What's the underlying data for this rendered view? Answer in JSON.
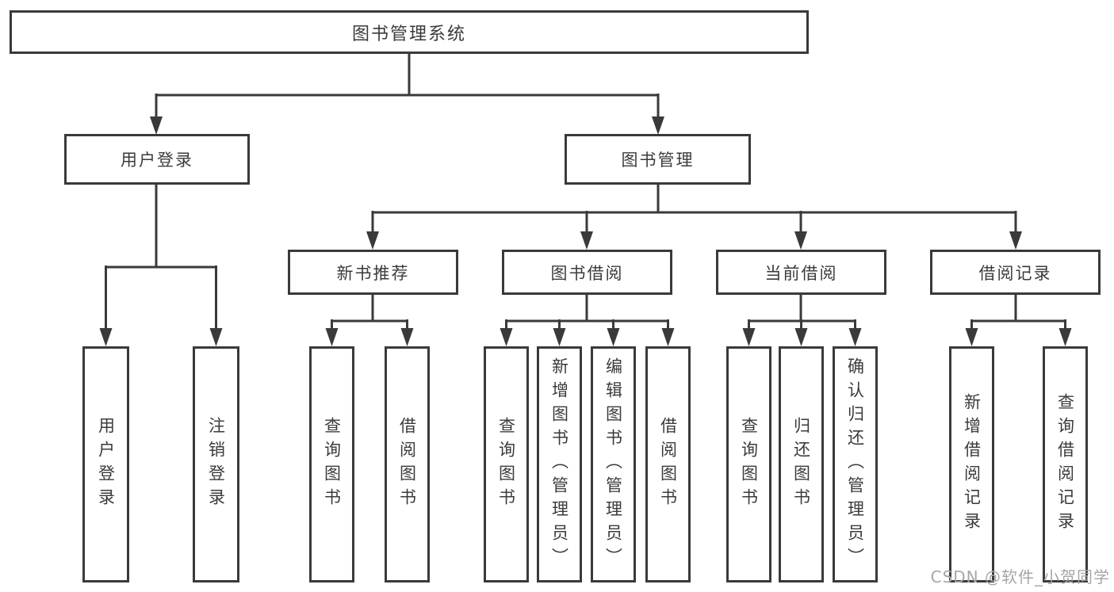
{
  "colors": {
    "line": "#3a3a3a",
    "text": "#3b3b3b",
    "bg": "#ffffff",
    "watermark": "#a6a6a6"
  },
  "watermark": "CSDN @软件_小贺同学",
  "tree": {
    "label": "图书管理系统",
    "children": [
      {
        "label": "用户登录",
        "children": [
          {
            "label": "用户登录"
          },
          {
            "label": "注销登录"
          }
        ]
      },
      {
        "label": "图书管理",
        "children": [
          {
            "label": "新书推荐",
            "children": [
              {
                "label": "查询图书"
              },
              {
                "label": "借阅图书"
              }
            ]
          },
          {
            "label": "图书借阅",
            "children": [
              {
                "label": "查询图书"
              },
              {
                "label": "新增图书（管理员）"
              },
              {
                "label": "编辑图书（管理员）"
              },
              {
                "label": "借阅图书"
              }
            ]
          },
          {
            "label": "当前借阅",
            "children": [
              {
                "label": "查询图书"
              },
              {
                "label": "归还图书"
              },
              {
                "label": "确认归还（管理员）"
              }
            ]
          },
          {
            "label": "借阅记录",
            "children": [
              {
                "label": "新增借阅记录"
              },
              {
                "label": "查询借阅记录"
              }
            ]
          }
        ]
      }
    ]
  }
}
